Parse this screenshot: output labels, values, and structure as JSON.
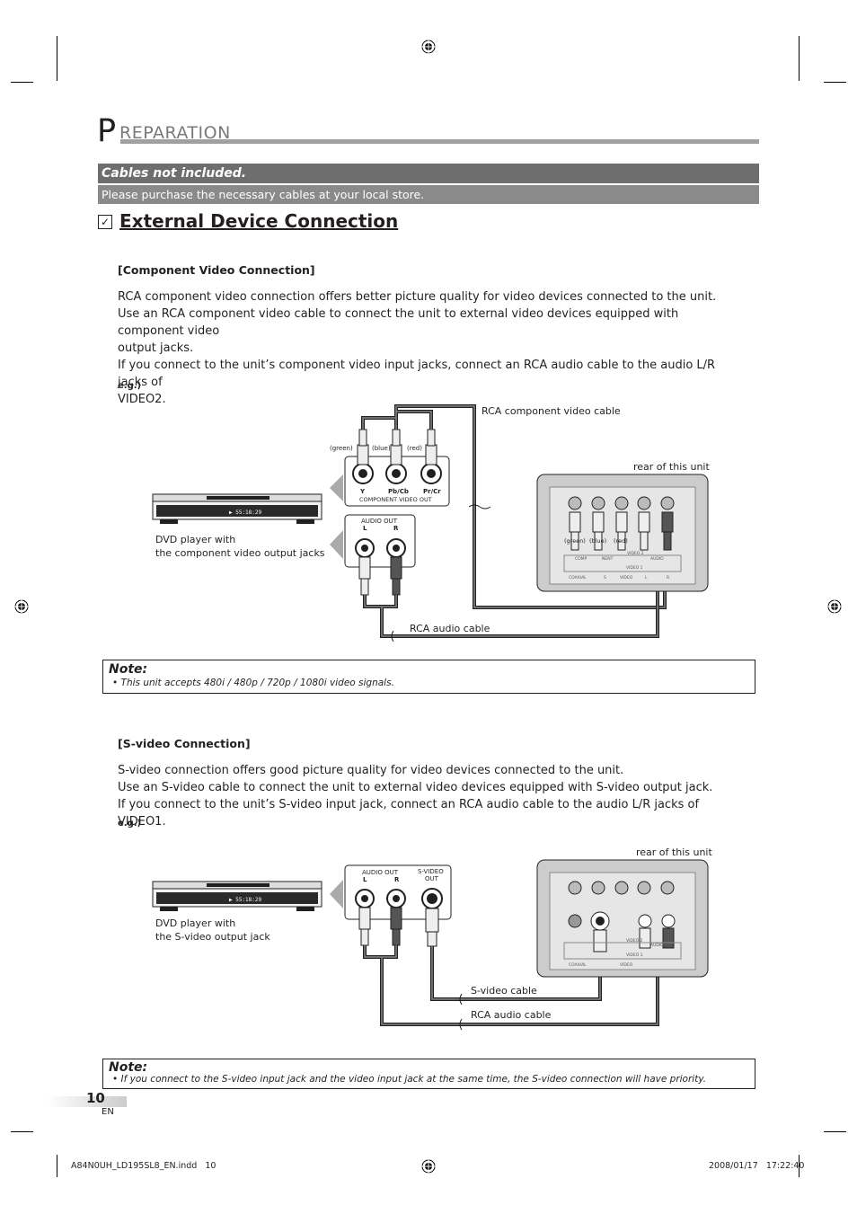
{
  "header": {
    "title_initial": "P",
    "title_rest": "REPARATION"
  },
  "cables_bar": {
    "heading": "Cables not included.",
    "text": "Please purchase the necessary cables at your local store."
  },
  "section": {
    "check": "✓",
    "title": "External Device Connection"
  },
  "component": {
    "heading": "[Component Video Connection]",
    "lines": [
      "RCA component video connection offers better picture quality for video devices connected to the unit.",
      "Use an RCA component video cable to connect the unit to external video devices equipped with component video",
      "output jacks.",
      "If you connect to the unit’s component video input jacks, connect an RCA audio cable to the audio L/R jacks of",
      "VIDEO2."
    ],
    "eg": "e.g.)",
    "cable_label": "RCA component video cable",
    "rear_label": "rear of this unit",
    "dvd_label_1": "DVD player with",
    "dvd_label_2": "the component video output jacks",
    "audio_cable_label": "RCA audio cable",
    "jack_colors": [
      "(green)",
      "(blue)",
      "(red)"
    ],
    "jack_names": [
      "Y",
      "Pb/Cb",
      "Pr/Cr"
    ],
    "component_out": "COMPONENT VIDEO OUT",
    "audio_out": "AUDIO OUT",
    "audio_l": "L",
    "audio_r": "R",
    "rear_colors": [
      "(green)",
      "(blue)",
      "(red)"
    ],
    "rear_small": [
      "COMP",
      "NENT",
      "VIDEO 2",
      "AUDIO",
      "VIDEO 1",
      "COAXIAL",
      "S",
      "VIDEO",
      "L",
      "R"
    ]
  },
  "note1": {
    "title": "Note:",
    "text": "• This unit accepts 480i / 480p / 720p / 1080i video signals."
  },
  "svideo": {
    "heading": "[S-video Connection]",
    "lines": [
      "S-video connection offers good picture quality for video devices connected to the unit.",
      "Use an S-video cable to connect the unit to external video devices equipped with S-video output jack.",
      "If you connect to the unit’s S-video input jack, connect an RCA audio cable to the audio L/R jacks of VIDEO1."
    ],
    "eg": "e.g.)",
    "rear_label": "rear of this unit",
    "dvd_label_1": "DVD player with",
    "dvd_label_2": "the S-video output jack",
    "svideo_cable_label": "S-video cable",
    "audio_cable_label": "RCA audio cable",
    "audio_out": "AUDIO OUT",
    "audio_l": "L",
    "audio_r": "R",
    "svideo_out_1": "S-VIDEO",
    "svideo_out_2": "OUT",
    "rear_small": [
      "VIDEO 2",
      "AUDIO",
      "VIDEO 1",
      "COAXIAL",
      "VIDEO"
    ]
  },
  "note2": {
    "title": "Note:",
    "text": "• If you connect to the S-video input jack and the video input jack at the same time, the S-video connection will have priority."
  },
  "page": {
    "number": "10",
    "lang": "EN"
  },
  "footer": {
    "file": "A84N0UH_LD195SL8_EN.indd   10",
    "datetime": "2008/01/17   17:22:40"
  },
  "dvd_display": "▶ 55:18:29"
}
